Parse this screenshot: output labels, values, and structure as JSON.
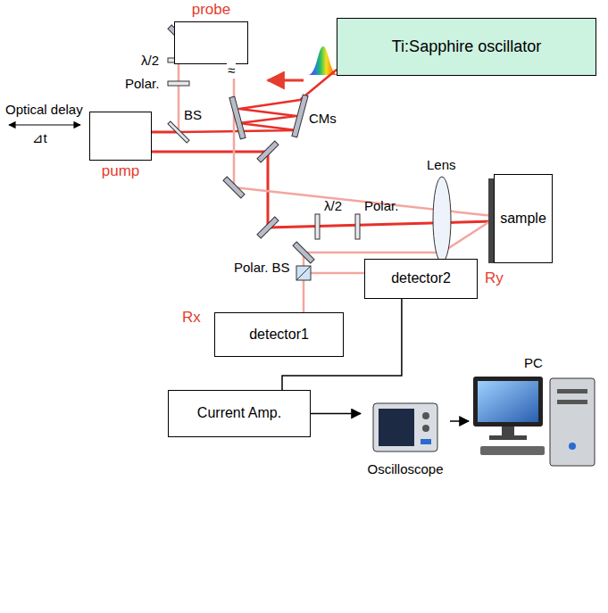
{
  "diagram": {
    "nodes": [
      {
        "text": [
          "probe"
        ]
      },
      {
        "text": [
          "Ti:Sapphire oscillator"
        ]
      },
      {
        "text": [
          "pump"
        ]
      },
      {
        "text": [
          "sample"
        ]
      },
      {
        "text": [
          "detector2"
        ]
      },
      {
        "text": [
          "detector1"
        ]
      },
      {
        "text": [
          "Current Amp."
        ]
      },
      {
        "text": [
          "Oscilloscope"
        ]
      },
      {
        "text": [
          "PC"
        ]
      }
    ],
    "edges": [
      {
        "from": 4,
        "to": 6,
        "arrow": "none"
      },
      {
        "from": 6,
        "to": 7,
        "arrow": "to"
      },
      {
        "from": 7,
        "to": 8,
        "arrow": "to"
      }
    ],
    "labels": [
      "λ/2",
      "Polar.",
      "≈",
      "BS",
      "CMs",
      "Optical delay",
      "⊿t",
      "λ/2",
      "Polar.",
      "Lens",
      "Polar. BS",
      "Rx",
      "Ry"
    ]
  }
}
